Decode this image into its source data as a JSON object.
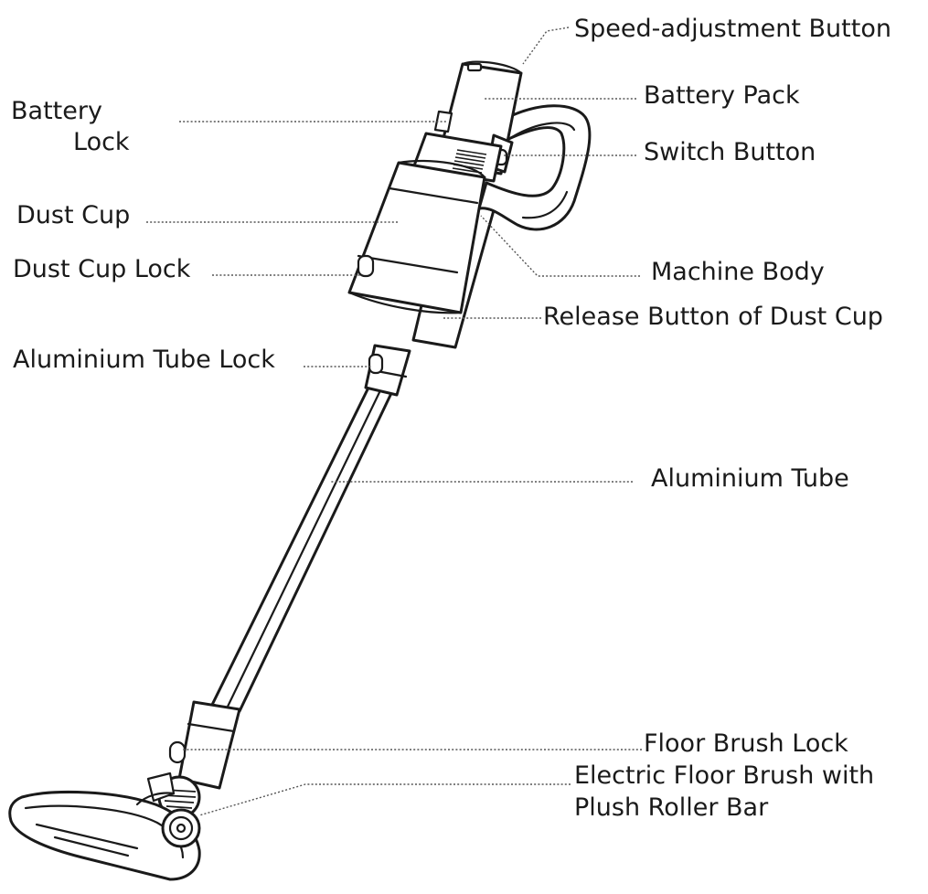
{
  "labels": {
    "speed_adjustment_button": "Speed-adjustment Button",
    "battery_pack": "Battery Pack",
    "battery_lock_line1": "Battery",
    "battery_lock_line2": "Lock",
    "switch_button": "Switch Button",
    "dust_cup": "Dust Cup",
    "dust_cup_lock": "Dust Cup Lock",
    "machine_body": "Machine Body",
    "release_button": "Release Button of Dust Cup",
    "aluminium_tube_lock": "Aluminium Tube Lock",
    "aluminium_tube": "Aluminium Tube",
    "floor_brush_lock": "Floor Brush Lock",
    "electric_floor_brush_line1": "Electric Floor Brush with",
    "electric_floor_brush_line2": "Plush Roller Bar"
  }
}
